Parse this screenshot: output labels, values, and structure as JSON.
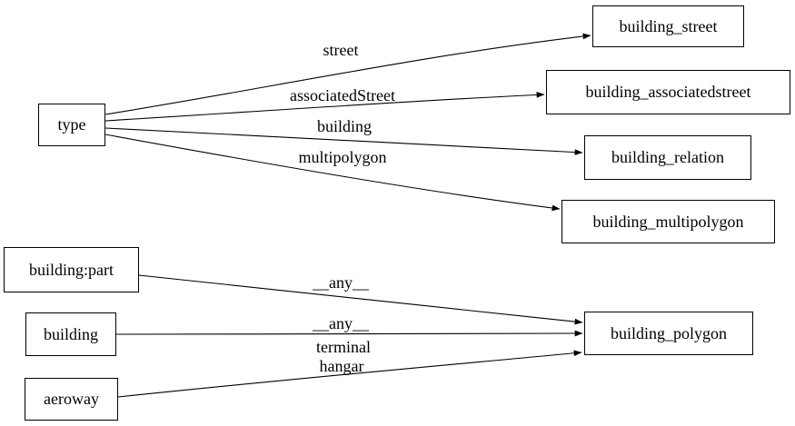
{
  "diagram": {
    "type": "directed-graph",
    "colors": {
      "background": "#ffffff",
      "node_fill": "#ffffff",
      "node_border": "#000000",
      "edge_stroke": "#000000",
      "text": "#000000"
    },
    "nodes": [
      {
        "id": "type",
        "label": "type"
      },
      {
        "id": "building_street",
        "label": "building_street"
      },
      {
        "id": "building_associatedstreet",
        "label": "building_associatedstreet"
      },
      {
        "id": "building_relation",
        "label": "building_relation"
      },
      {
        "id": "building_multipolygon",
        "label": "building_multipolygon"
      },
      {
        "id": "building_part",
        "label": "building:part"
      },
      {
        "id": "building",
        "label": "building"
      },
      {
        "id": "aeroway",
        "label": "aeroway"
      },
      {
        "id": "building_polygon",
        "label": "building_polygon"
      }
    ],
    "edges": [
      {
        "from": "type",
        "to": "building_street",
        "label": "street"
      },
      {
        "from": "type",
        "to": "building_associatedstreet",
        "label": "associatedStreet"
      },
      {
        "from": "type",
        "to": "building_relation",
        "label": "building"
      },
      {
        "from": "type",
        "to": "building_multipolygon",
        "label": "multipolygon"
      },
      {
        "from": "building_part",
        "to": "building_polygon",
        "label": "__any__"
      },
      {
        "from": "building",
        "to": "building_polygon",
        "label": "__any__"
      },
      {
        "from": "aeroway",
        "to": "building_polygon",
        "labels": [
          "terminal",
          "hangar"
        ]
      }
    ]
  }
}
